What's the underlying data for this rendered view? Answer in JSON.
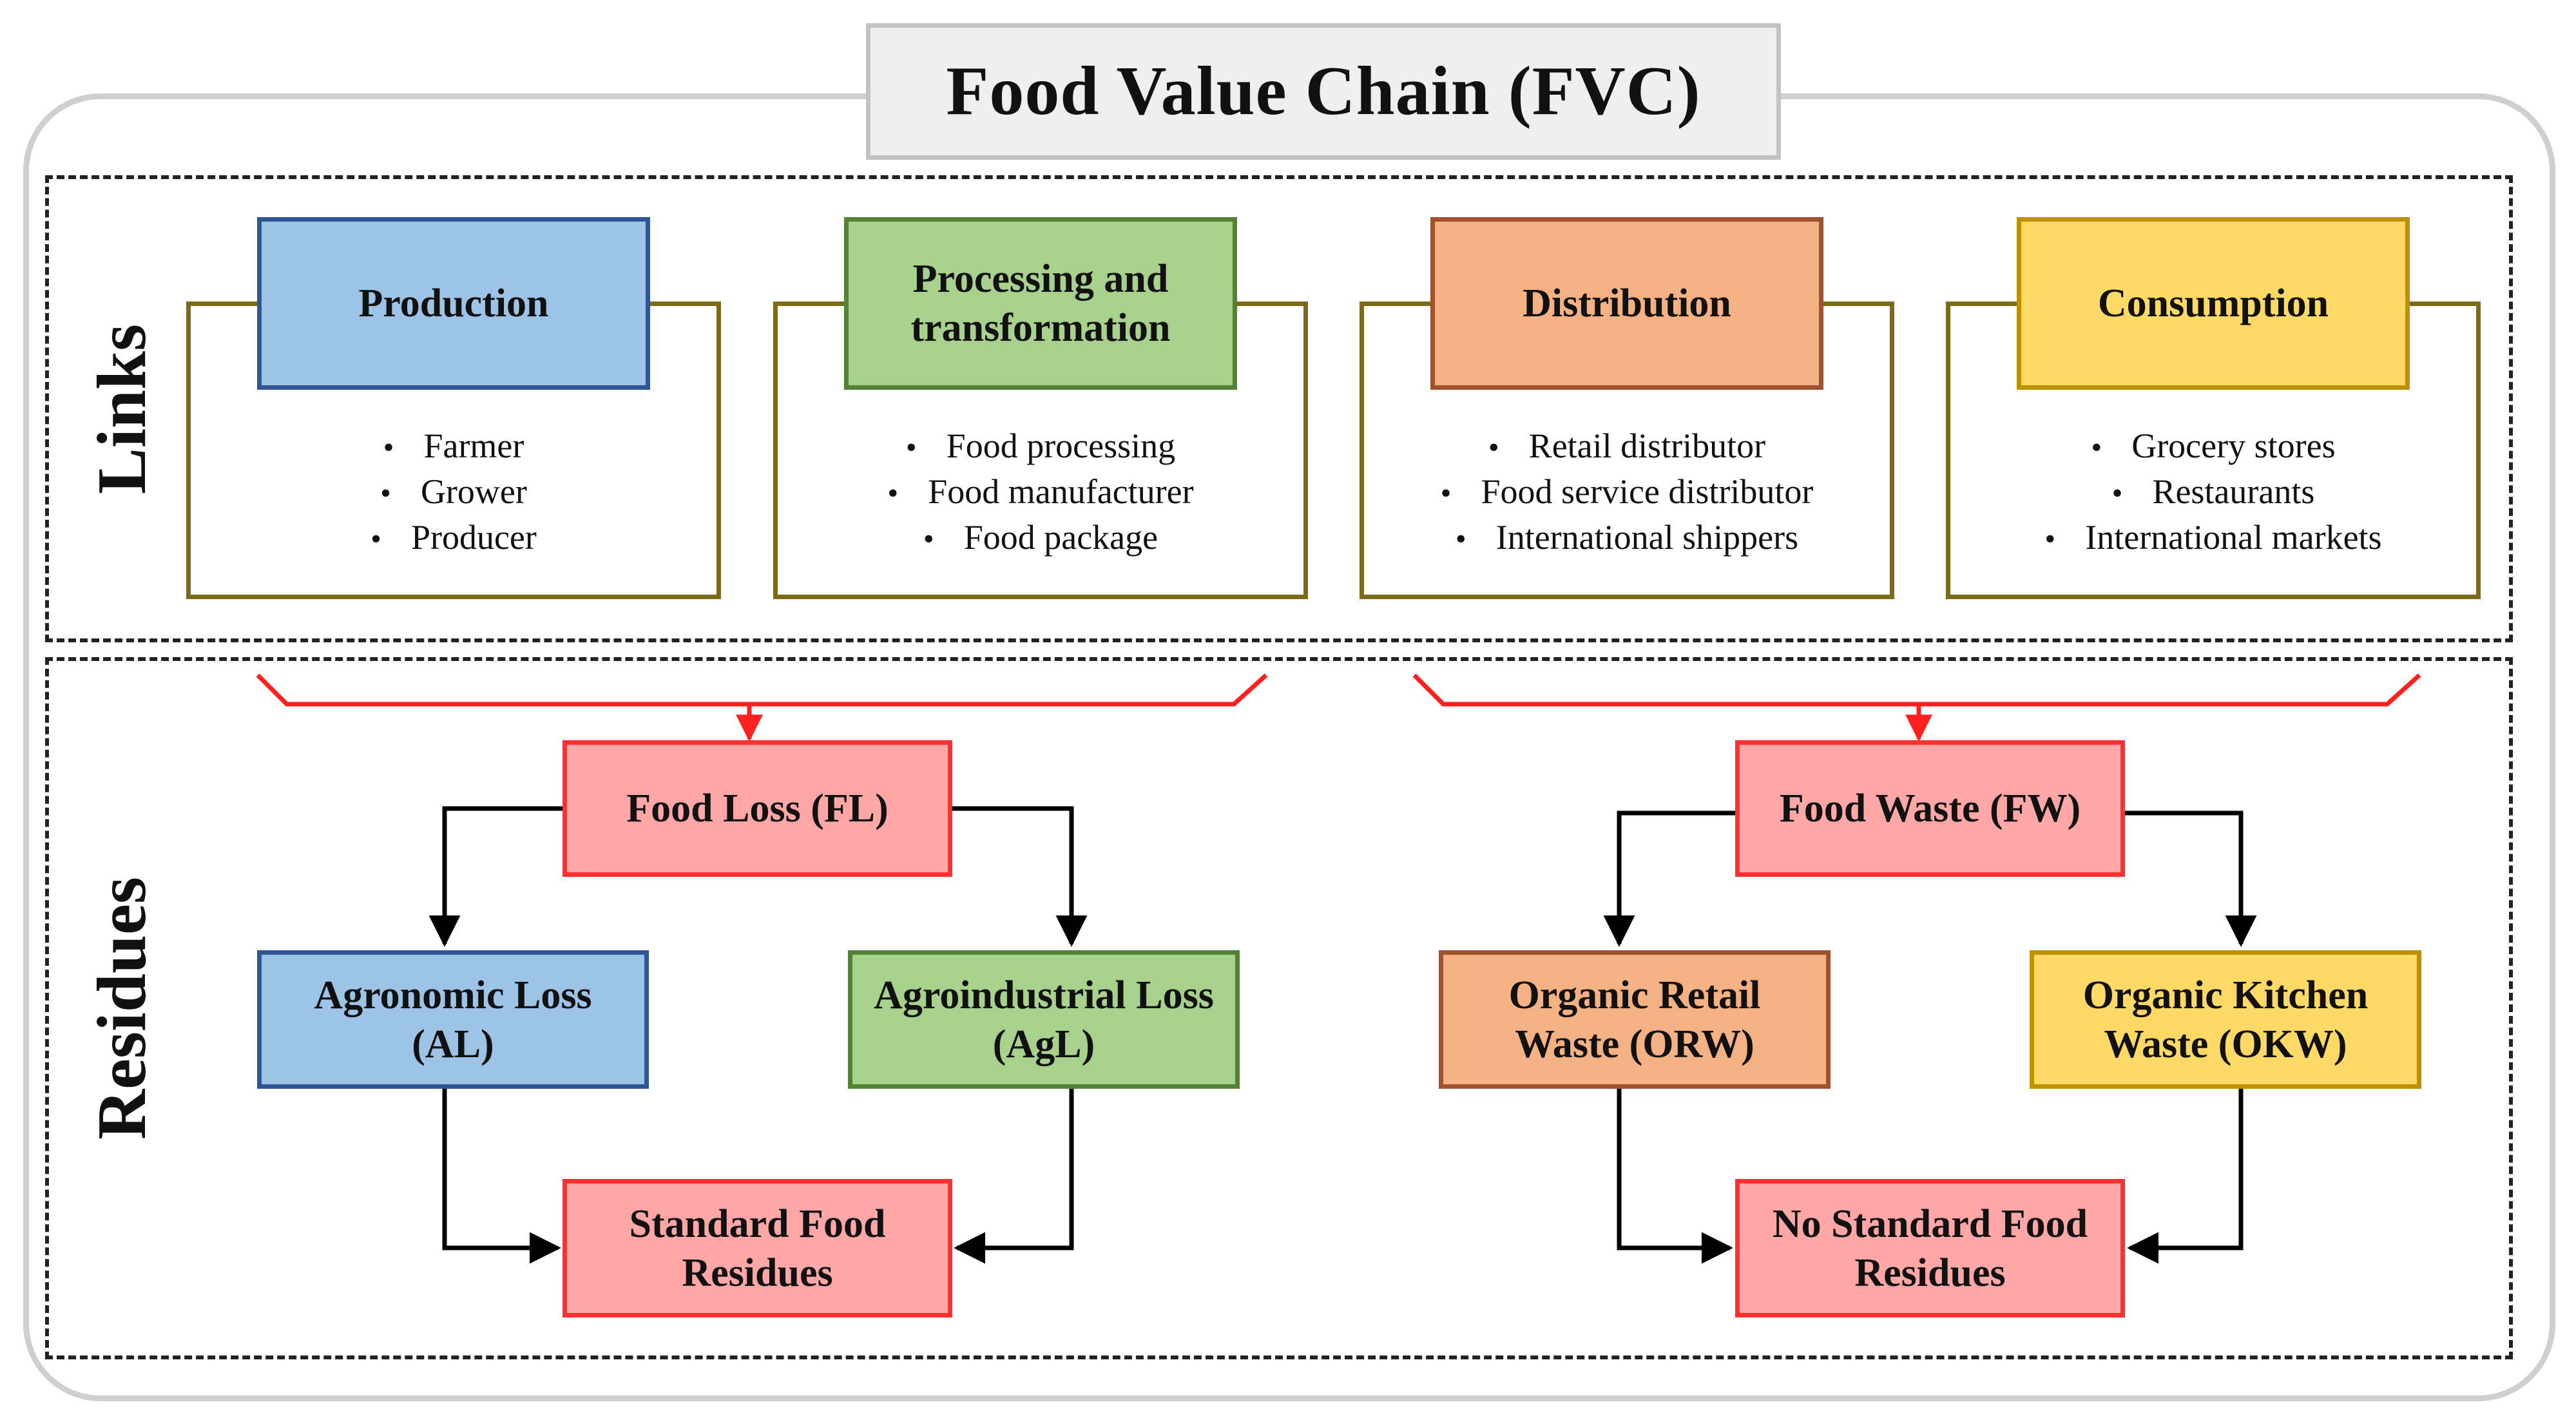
{
  "title": "Food Value Chain (FVC)",
  "sections": {
    "links_label": "Links",
    "residues_label": "Residues"
  },
  "links": [
    {
      "title": "Production",
      "items": [
        "Farmer",
        "Grower",
        "Producer"
      ],
      "color": "#9dc3e6"
    },
    {
      "title": "Processing and transformation",
      "items": [
        "Food processing",
        "Food manufacturer",
        "Food package"
      ],
      "color": "#a9d18e"
    },
    {
      "title": "Distribution",
      "items": [
        "Retail distributor",
        "Food service distributor",
        "International shippers"
      ],
      "color": "#f4b183"
    },
    {
      "title": "Consumption",
      "items": [
        "Grocery stores",
        "Restaurants",
        "International markets"
      ],
      "color": "#ffd966"
    }
  ],
  "residues": {
    "food_loss": "Food Loss (FL)",
    "agronomic_loss": "Agronomic Loss (AL)",
    "agroindustrial_loss": "Agroindustrial Loss (AgL)",
    "standard_food_residues": "Standard Food Residues",
    "food_waste": "Food Waste (FW)",
    "organic_retail_waste": "Organic Retail Waste (ORW)",
    "organic_kitchen_waste": "Organic Kitchen Waste (OKW)",
    "no_standard_food_residues": "No Standard Food Residues"
  },
  "colors": {
    "bracket": "#ff2020",
    "arrow": "#000000",
    "link_card_border": "#7d6a19"
  }
}
